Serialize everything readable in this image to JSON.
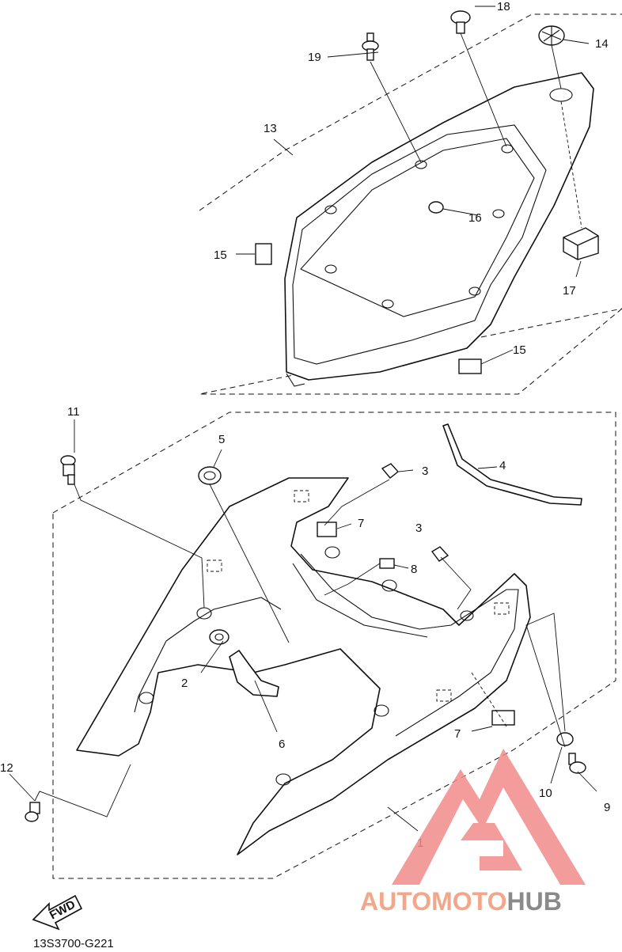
{
  "diagram": {
    "drawing_code": "13S3700-G221",
    "fwd_label": "FWD",
    "watermark": {
      "part1": "AUTOMOTO",
      "part2": "HUB",
      "color1": "#f3a78a",
      "color2": "#8a8a8a",
      "logo_color": "#f28b8b"
    },
    "callouts": [
      "1",
      "2",
      "3",
      "3",
      "4",
      "5",
      "6",
      "7",
      "7",
      "8",
      "9",
      "10",
      "11",
      "12",
      "13",
      "14",
      "15",
      "15",
      "16",
      "17",
      "18",
      "19"
    ]
  }
}
